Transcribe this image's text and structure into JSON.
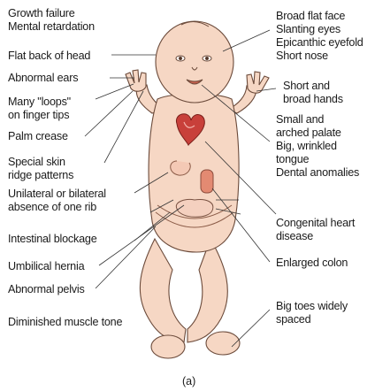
{
  "figure": {
    "left_labels": [
      "Growth failure\nMental retardation",
      "Flat back of head",
      "Abnormal ears",
      "Many \"loops\"\non finger tips",
      "Palm crease",
      "Special skin\nridge patterns",
      "Unilateral or bilateral\nabsence of one rib",
      "Intestinal blockage",
      "Umbilical hernia",
      "Abnormal pelvis",
      "Diminished muscle tone"
    ],
    "right_labels": [
      "Broad flat face\nSlanting eyes\nEpicanthic eyefold\nShort nose",
      "Short and\nbroad hands",
      "Small and\narched palate\nBig, wrinkled\ntongue\nDental anomalies",
      "Congenital heart\ndisease",
      "Enlarged colon",
      "Big toes widely\nspaced"
    ],
    "caption": "(a)",
    "colors": {
      "skin": "#f6d7c4",
      "skin_shade": "#e8b9a0",
      "outline": "#6b4a3a",
      "heart": "#c8403a",
      "colon": "#e38a72",
      "leader": "#333333"
    }
  }
}
